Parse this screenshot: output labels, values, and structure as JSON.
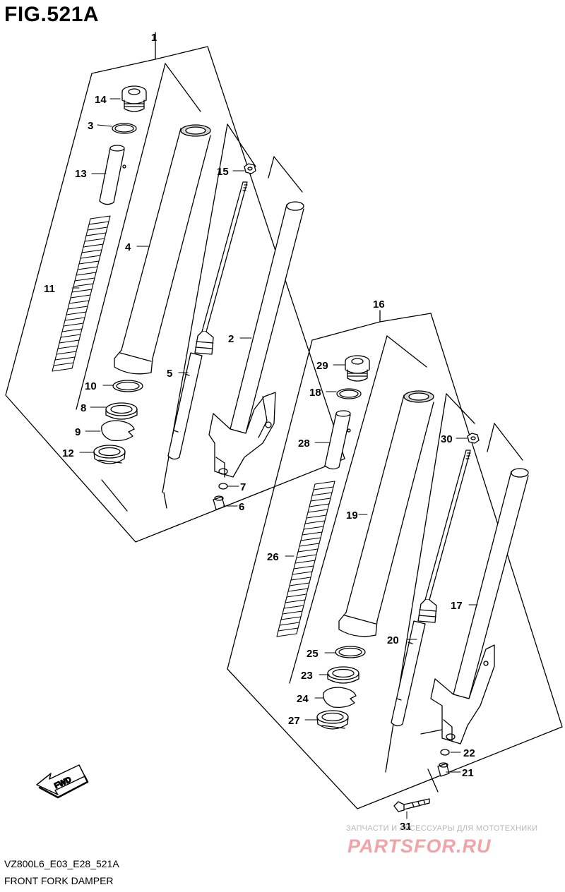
{
  "figure": {
    "title": "FIG.521A",
    "code": "VZ800L6_E03_E28_521A",
    "description": "FRONT FORK DAMPER"
  },
  "watermark": {
    "text": "ЗАПЧАСТИ И АКСЕССУАРЫ ДЛЯ МОТОТЕХНИКИ",
    "logo": "PARTSFOR.RU"
  },
  "direction_arrow": {
    "label": "FWD"
  },
  "callouts": {
    "c1": "1",
    "c2": "2",
    "c3": "3",
    "c4": "4",
    "c5": "5",
    "c6": "6",
    "c7": "7",
    "c8": "8",
    "c9": "9",
    "c10": "10",
    "c11": "11",
    "c12": "12",
    "c13": "13",
    "c14": "14",
    "c15": "15",
    "c16": "16",
    "c17": "17",
    "c18": "18",
    "c19": "19",
    "c20": "20",
    "c21": "21",
    "c22": "22",
    "c23": "23",
    "c24": "24",
    "c25": "25",
    "c26": "26",
    "c27": "27",
    "c28": "28",
    "c29": "29",
    "c30": "30",
    "c31": "31"
  },
  "colors": {
    "line": "#000000",
    "part_fill": "#ffffff",
    "shade": "#d6d6d6",
    "watermark": "#f2a3a8"
  }
}
